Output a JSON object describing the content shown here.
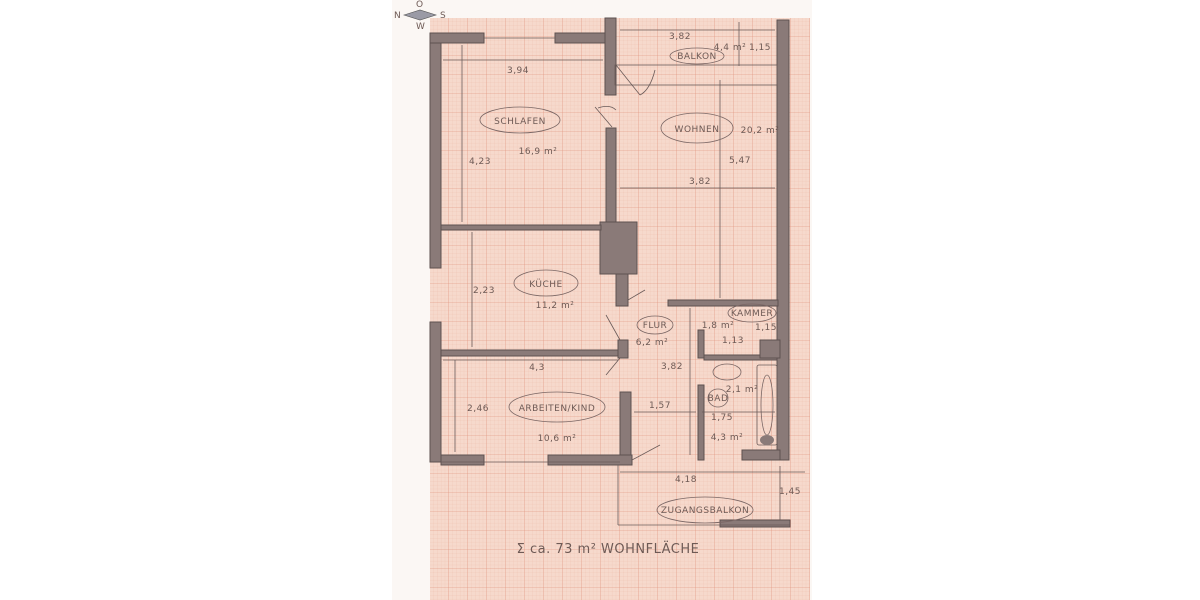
{
  "compass": {
    "top": "O",
    "left": "N",
    "right": "S",
    "bottom": "W"
  },
  "rooms": {
    "schlafen": {
      "name": "SCHLAFEN",
      "area": "16,9 m²",
      "width": "3,94",
      "depth": "4,23"
    },
    "balkon": {
      "name": "BALKON",
      "area": "4,4 m²",
      "width": "3,82",
      "depth": "1,15"
    },
    "wohnen": {
      "name": "WOHNEN",
      "area": "20,2 m²",
      "width": "3,82",
      "depth": "5,47"
    },
    "kueche": {
      "name": "KÜCHE",
      "area": "11,2 m²",
      "depth": "2,23",
      "width": "4,3"
    },
    "flur": {
      "name": "FLUR",
      "area": "6,2 m²",
      "length": "3,82",
      "width": "1,57"
    },
    "kammer": {
      "name": "KAMMER",
      "area": "1,8 m²",
      "width": "1,15",
      "depth": "1,13"
    },
    "bad": {
      "name": "BAD",
      "area": "4,3 m²",
      "width": "1,75",
      "extra": "2,1 m²"
    },
    "arbeiten": {
      "name": "ARBEITEN/KIND",
      "area": "10,6 m²",
      "depth": "2,46"
    },
    "zugangsbalkon": {
      "name": "ZUGANGSBALKON",
      "width": "4,18",
      "depth": "1,45"
    }
  },
  "total": "Σ ca. 73 m² WOHNFLÄCHE",
  "colors": {
    "paper": "#f6d9cc",
    "grid": "#e8a08a",
    "pencil": "#6e5a55"
  }
}
